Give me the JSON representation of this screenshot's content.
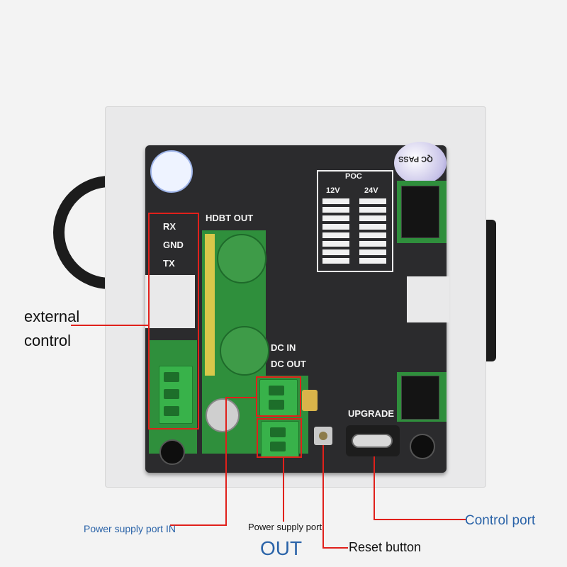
{
  "product": {
    "silkscreen": {
      "rx": "RX",
      "gnd": "GND",
      "tx": "TX",
      "hdbt_out": "HDBT OUT",
      "poc": "POC",
      "poc_12v": "12V",
      "poc_24v": "24V",
      "dc_in": "DC IN",
      "dc_out": "DC OUT",
      "upgrade": "UPGRADE"
    },
    "sticker": {
      "qc_pass": "QC PASS"
    }
  },
  "annotations": {
    "external_control_line1": "external",
    "external_control_line2": "control",
    "power_in": "Power supply port IN",
    "power_out_line1": "Power supply port",
    "power_out_line2": "OUT",
    "reset": "Reset button",
    "control_port": "Control port"
  },
  "colors": {
    "annotation_red": "#e0201b",
    "annotation_blue": "#2a63a8",
    "pcb_green": "#2f8f3c",
    "terminal_green": "#38b24a",
    "housing_black": "#2b2b2d"
  }
}
